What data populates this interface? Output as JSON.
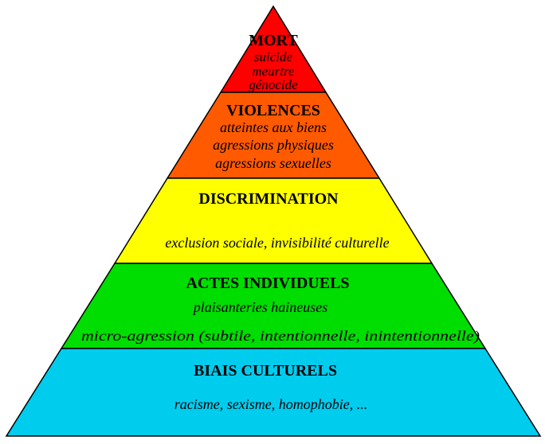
{
  "pyramid": {
    "levels": [
      {
        "title": "MORT",
        "items": [
          "suicide",
          "meurtre",
          "génocide"
        ],
        "color": "#ff0000"
      },
      {
        "title": "VIOLENCES",
        "items": [
          "atteintes aux biens",
          "agressions physiques",
          "agressions sexuelles"
        ],
        "color": "#ff5a00"
      },
      {
        "title": "DISCRIMINATION",
        "items": [
          "exclusion sociale, invisibilité culturelle"
        ],
        "color": "#ffff00"
      },
      {
        "title": "ACTES INDIVIDUELS",
        "items": [
          "plaisanteries haineuses",
          "micro-agression (subtile, intentionnelle, inintentionnelle)"
        ],
        "color": "#00dd00"
      },
      {
        "title": "BIAIS CULTURELS",
        "items": [
          "racisme, sexisme, homophobie, ..."
        ],
        "color": "#00ccee"
      }
    ],
    "outline_color": "#000000"
  }
}
